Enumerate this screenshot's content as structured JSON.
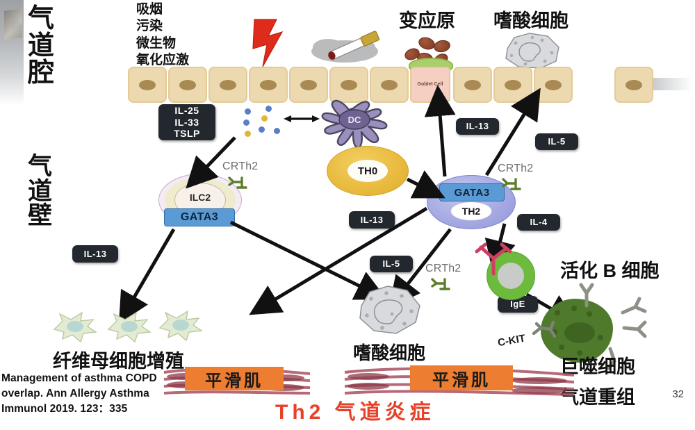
{
  "page": {
    "number": "32",
    "bottom_title": "Th2 气道炎症"
  },
  "side_labels": {
    "lumen": "气\n道\n腔",
    "wall": "气\n道\n壁"
  },
  "triggers": {
    "items_text": "吸烟\n污染\n微生物\n氧化应激",
    "items": [
      "吸烟",
      "污染",
      "微生物",
      "氧化应激"
    ]
  },
  "headings": {
    "allergen": "变应原",
    "eosinophil_top": "嗜酸细胞",
    "eosinophil_bottom": "嗜酸细胞",
    "activated_b_cell": "活化 B 细胞",
    "macrophage": "巨噬细胞",
    "airway_remodeling": "气道重组",
    "fibroblast_proliferation": "纤维母细胞增殖"
  },
  "cells": {
    "goblet": "Goblet\nCell",
    "dendritic": "DC",
    "th0": "TH0",
    "th2": "TH2",
    "ilc2": "ILC2",
    "gata3_ilc2": "GATA3",
    "gata3_th2": "GATA3"
  },
  "receptors": {
    "crth2_ilc2": "CRTh2",
    "crth2_th2": "CRTh2",
    "crth2_eos": "CRTh2",
    "ckit": "C-KIT"
  },
  "badges": {
    "alarmins": "IL-25\nIL-33\nTSLP",
    "il13_epithelium": "IL-13",
    "il5_epithelium": "IL-5",
    "il13_left": "IL-13",
    "il13_mid": "IL-13",
    "il5_mid": "IL-5",
    "il4": "IL-4",
    "ige": "IgE"
  },
  "smooth_muscle": {
    "left_label": "平滑肌",
    "right_label": "平滑肌"
  },
  "citation": {
    "text": "Management of asthma COPD\noverlap.  Ann Allergy Asthma\nImmunol 2019. 123：335"
  },
  "colors": {
    "badge_bg": "#23272e",
    "gata3_blue": "#5b9bd5",
    "smooth_muscle_orange": "#ed7d31",
    "title_red": "#e8412a",
    "epithelium_tan": "#ecd9af",
    "bcell_green": "#6cbb3c",
    "macrophage_green": "#4f7a2c",
    "th0_yellow": "#e8b93c",
    "th2_purple": "#9fa3e0",
    "dendritic_purple": "#9b8fbe",
    "crth2_green": "#5e7d2a",
    "lightning_red": "#dd2b1c"
  }
}
